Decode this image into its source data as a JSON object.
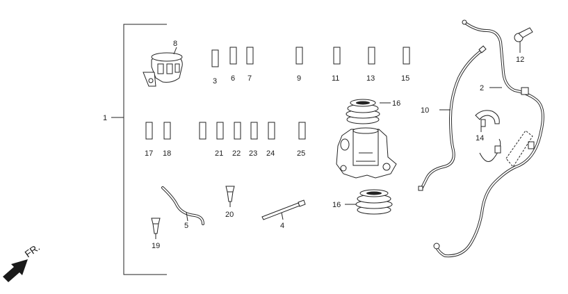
{
  "direction_label": "FR.",
  "labels": {
    "l1": "1",
    "l2": "2",
    "l3": "3",
    "l4": "4",
    "l5": "5",
    "l6": "6",
    "l7": "7",
    "l8": "8",
    "l9": "9",
    "l10": "10",
    "l11": "11",
    "l12": "12",
    "l13": "13",
    "l14": "14",
    "l15": "15",
    "l16a": "16",
    "l16b": "16",
    "l17": "17",
    "l18": "18",
    "l19": "19",
    "l20": "20",
    "l21": "21",
    "l22": "22",
    "l23": "23",
    "l24": "24",
    "l25": "25"
  },
  "icons": {
    "reservoir": "brake-fluid-reservoir-icon",
    "caliper": "brake-caliper-icon",
    "boot": "rubber-boot-icon",
    "hose": "brake-hose-icon",
    "arrow": "front-direction-arrow-icon"
  }
}
